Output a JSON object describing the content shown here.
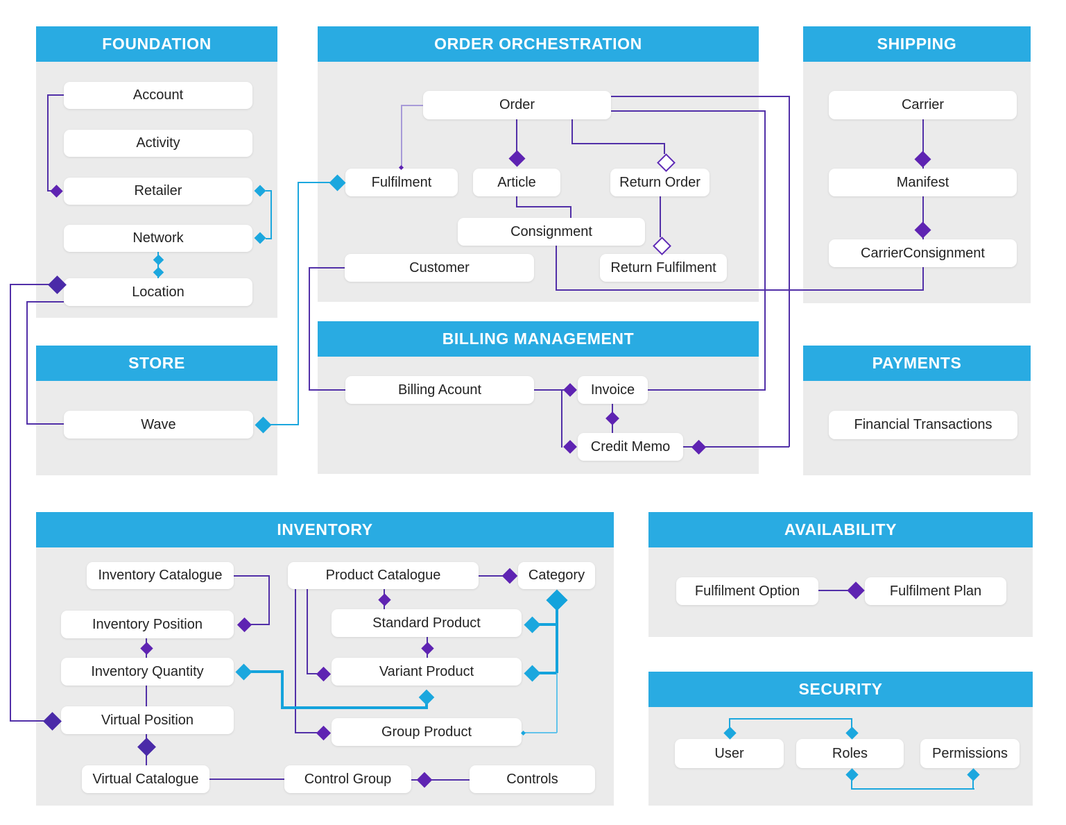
{
  "palette": {
    "header_cyan": "#29abe2",
    "panel_gray": "#ebebeb",
    "connector_cyan": "#1ba7de",
    "connector_cyan_thick": "#14a3dc",
    "connector_purple": "#5230a8",
    "diamond_purple": "#5e23b2",
    "diamond_purple_dark": "#4a2aa8",
    "box_white": "#ffffff"
  },
  "sections": {
    "foundation": {
      "title": "FOUNDATION",
      "entities": {
        "account": "Account",
        "activity": "Activity",
        "retailer": "Retailer",
        "network": "Network",
        "location": "Location"
      }
    },
    "order_orchestration": {
      "title": "ORDER ORCHESTRATION",
      "entities": {
        "order": "Order",
        "fulfilment": "Fulfilment",
        "article": "Article",
        "return_order": "Return Order",
        "consignment": "Consignment",
        "customer": "Customer",
        "return_fulfilment": "Return Fulfilment"
      }
    },
    "shipping": {
      "title": "SHIPPING",
      "entities": {
        "carrier": "Carrier",
        "manifest": "Manifest",
        "carrier_consignment": "CarrierConsignment"
      }
    },
    "store": {
      "title": "STORE",
      "entities": {
        "wave": "Wave"
      }
    },
    "billing_management": {
      "title": "BILLING MANAGEMENT",
      "entities": {
        "billing_acount": "Billing Acount",
        "invoice": "Invoice",
        "credit_memo": "Credit Memo"
      }
    },
    "payments": {
      "title": "PAYMENTS",
      "entities": {
        "financial_transactions": "Financial Transactions"
      }
    },
    "inventory": {
      "title": "INVENTORY",
      "entities": {
        "inventory_catalogue": "Inventory Catalogue",
        "inventory_position": "Inventory Position",
        "inventory_quantity": "Inventory Quantity",
        "virtual_position": "Virtual Position",
        "virtual_catalogue": "Virtual Catalogue",
        "product_catalogue": "Product Catalogue",
        "category": "Category",
        "standard_product": "Standard Product",
        "variant_product": "Variant Product",
        "group_product": "Group Product",
        "control_group": "Control Group",
        "controls": "Controls"
      }
    },
    "availability": {
      "title": "AVAILABILITY",
      "entities": {
        "fulfilment_option": "Fulfilment Option",
        "fulfilment_plan": "Fulfilment Plan"
      }
    },
    "security": {
      "title": "SECURITY",
      "entities": {
        "user": "User",
        "roles": "Roles",
        "permissions": "Permissions"
      }
    }
  },
  "relationships": [
    {
      "from": "Account",
      "to": "Retailer",
      "marker": "filled-purple-diamond-at-retailer"
    },
    {
      "from": "Retailer",
      "to": "Network",
      "marker": "cyan-diamonds-both-ends"
    },
    {
      "from": "Network",
      "to": "Location",
      "marker": "cyan-diamonds-both-ends"
    },
    {
      "from": "Location",
      "to": "Virtual Position",
      "marker": "large-purple-diamonds-both-ends"
    },
    {
      "from": "Location",
      "to": "Wave",
      "marker": "plain-purple-line"
    },
    {
      "from": "Wave",
      "to": "Fulfilment",
      "marker": "cyan-diamonds-both-ends"
    },
    {
      "from": "Order",
      "to": "Fulfilment",
      "marker": "thin-purple-line-small-dot"
    },
    {
      "from": "Order",
      "to": "Article",
      "marker": "filled-purple-diamond-at-article"
    },
    {
      "from": "Order",
      "to": "Return Order",
      "marker": "hollow-purple-diamond-at-return-order"
    },
    {
      "from": "Article",
      "to": "Consignment",
      "marker": "plain-purple-line"
    },
    {
      "from": "Return Order",
      "to": "Return Fulfilment",
      "marker": "hollow-purple-diamond-at-return-fulfilment"
    },
    {
      "from": "Consignment",
      "to": "CarrierConsignment",
      "marker": "plain-purple-line"
    },
    {
      "from": "Customer",
      "to": "Billing Acount",
      "marker": "plain-purple-line"
    },
    {
      "from": "Order",
      "to": "Invoice",
      "marker": "plain-purple-line"
    },
    {
      "from": "Order",
      "to": "Credit Memo",
      "marker": "filled-purple-diamond-at-credit-memo"
    },
    {
      "from": "Billing Acount",
      "to": "Invoice",
      "marker": "filled-purple-diamond-at-invoice"
    },
    {
      "from": "Billing Acount",
      "to": "Credit Memo",
      "marker": "filled-purple-diamond-at-credit-memo"
    },
    {
      "from": "Invoice",
      "to": "Credit Memo",
      "marker": "filled-purple-diamond-between"
    },
    {
      "from": "Carrier",
      "to": "Manifest",
      "marker": "filled-purple-diamond-at-manifest"
    },
    {
      "from": "Manifest",
      "to": "CarrierConsignment",
      "marker": "filled-purple-diamond-at-carrier-consignment"
    },
    {
      "from": "Inventory Catalogue",
      "to": "Inventory Position",
      "marker": "filled-purple-diamond-at-inventory-position"
    },
    {
      "from": "Inventory Position",
      "to": "Inventory Quantity",
      "marker": "filled-purple-diamond-between"
    },
    {
      "from": "Inventory Quantity",
      "to": "Virtual Position",
      "marker": "plain-purple-line"
    },
    {
      "from": "Virtual Position",
      "to": "Virtual Catalogue",
      "marker": "large-purple-diamond-between"
    },
    {
      "from": "Virtual Catalogue",
      "to": "Control Group",
      "marker": "plain-purple-line"
    },
    {
      "from": "Control Group",
      "to": "Controls",
      "marker": "filled-purple-diamond-at-control-group"
    },
    {
      "from": "Product Catalogue",
      "to": "Category",
      "marker": "filled-purple-diamond-at-category"
    },
    {
      "from": "Product Catalogue",
      "to": "Standard Product",
      "marker": "filled-purple-diamond-between"
    },
    {
      "from": "Standard Product",
      "to": "Variant Product",
      "marker": "filled-purple-diamond-between"
    },
    {
      "from": "Product Catalogue",
      "to": "Variant Product",
      "marker": "filled-purple-diamond-at-variant-product"
    },
    {
      "from": "Product Catalogue",
      "to": "Group Product",
      "marker": "filled-purple-diamond-at-group-product"
    },
    {
      "from": "Category",
      "to": "Standard Product",
      "marker": "cyan-diamonds-both-ends"
    },
    {
      "from": "Category",
      "to": "Variant Product",
      "marker": "cyan-diamonds-both-ends"
    },
    {
      "from": "Category",
      "to": "Group Product",
      "marker": "thin-cyan-line"
    },
    {
      "from": "Inventory Quantity",
      "to": "Variant Product",
      "marker": "cyan-diamonds-both-ends"
    },
    {
      "from": "Fulfilment Option",
      "to": "Fulfilment Plan",
      "marker": "filled-purple-diamond-at-fulfilment-plan"
    },
    {
      "from": "User",
      "to": "Roles",
      "marker": "cyan-diamonds-both-ends"
    },
    {
      "from": "Roles",
      "to": "Permissions",
      "marker": "cyan-diamonds-both-ends"
    }
  ]
}
